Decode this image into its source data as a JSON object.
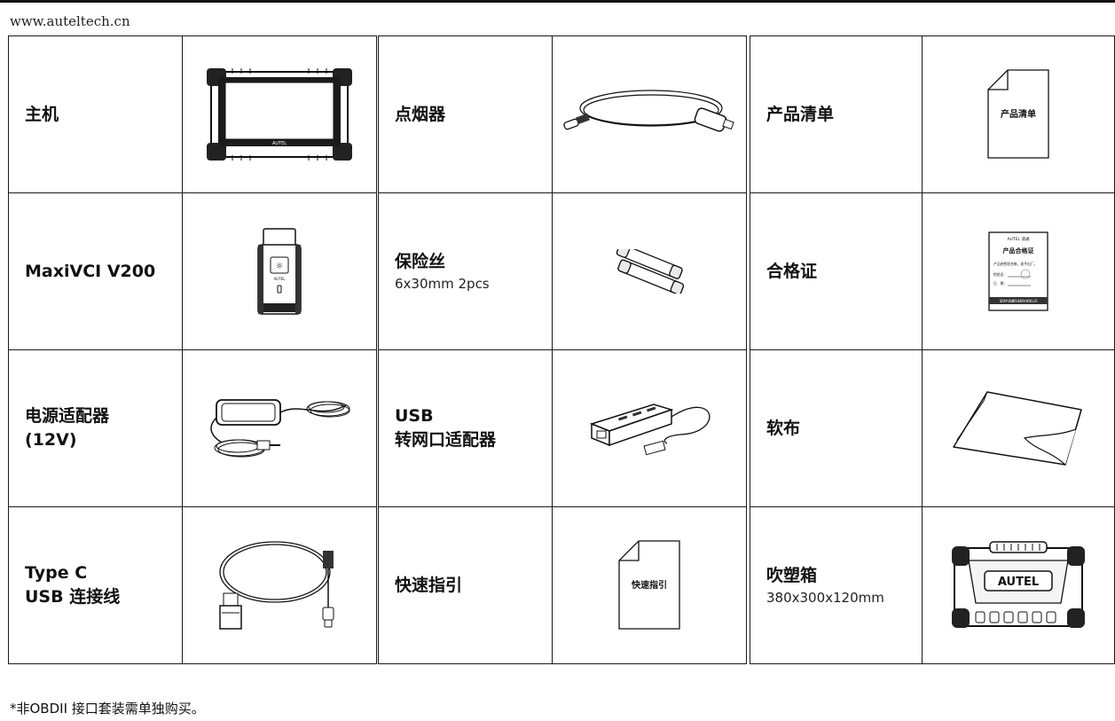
{
  "watermark": "www.auteltech.cn",
  "columns": [
    {
      "rows": [
        {
          "name": "主机",
          "spec": "",
          "icon": "tablet-icon"
        },
        {
          "name": "MaxiVCI V200",
          "spec": "",
          "icon": "vci-icon"
        },
        {
          "name": "电源适配器\n(12V)",
          "spec": "",
          "icon": "power-adapter-icon"
        },
        {
          "name": "Type C\nUSB 连接线",
          "spec": "",
          "icon": "usb-cable-icon"
        }
      ]
    },
    {
      "rows": [
        {
          "name": "点烟器",
          "spec": "",
          "icon": "cigarette-lighter-cable-icon"
        },
        {
          "name": "保险丝",
          "spec": "6x30mm  2pcs",
          "icon": "fuse-icon"
        },
        {
          "name": "USB\n转网口适配器",
          "spec": "",
          "icon": "usb-ethernet-adapter-icon"
        },
        {
          "name": "快速指引",
          "spec": "",
          "icon": "quick-guide-doc-icon"
        }
      ]
    },
    {
      "rows": [
        {
          "name": "产品清单",
          "spec": "",
          "icon": "product-list-doc-icon"
        },
        {
          "name": "合格证",
          "spec": "",
          "icon": "certificate-icon"
        },
        {
          "name": "软布",
          "spec": "",
          "icon": "cloth-icon"
        },
        {
          "name": "吹塑箱",
          "spec": "380x300x120mm",
          "icon": "carry-case-icon"
        }
      ]
    }
  ],
  "doc_labels": {
    "product_list": "产品清单",
    "quick_guide": "快速指引",
    "cert_brand": "AUTEL 道通",
    "cert_title": "产品合格证",
    "cert_line1": "产品经检验合格，准予出厂。",
    "cert_inspector": "检验员：",
    "cert_date": "日　期：",
    "cert_footer": "深圳市道通科技股份有限公司"
  },
  "brand": {
    "tablet_logo": "AUTEL",
    "vci_logo": "AUTEL",
    "case_logo": "AUTEL"
  },
  "footnote": "*非OBDII 接口套装需单独购买。"
}
